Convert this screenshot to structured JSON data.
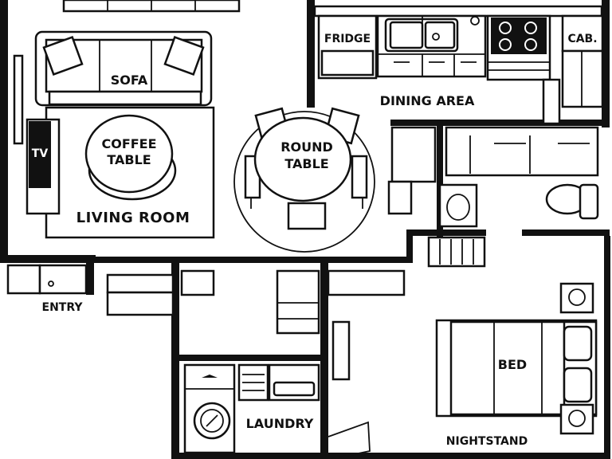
{
  "labels": {
    "sofa": "SOFA",
    "coffee_table_line1": "COFFEE",
    "coffee_table_line2": "TABLE",
    "tv": "TV",
    "living_room": "LIVING ROOM",
    "round_table_line1": "ROUND",
    "round_table_line2": "TABLE",
    "fridge": "FRIDGE",
    "cabinet": "CAB.",
    "dining_area": "DINING AREA",
    "entry": "ENTRY",
    "bed": "BED",
    "laundry": "LAUNDRY",
    "nightstand": "NIGHTSTAND"
  },
  "colors": {
    "ink": "#111111",
    "paper": "#ffffff"
  }
}
